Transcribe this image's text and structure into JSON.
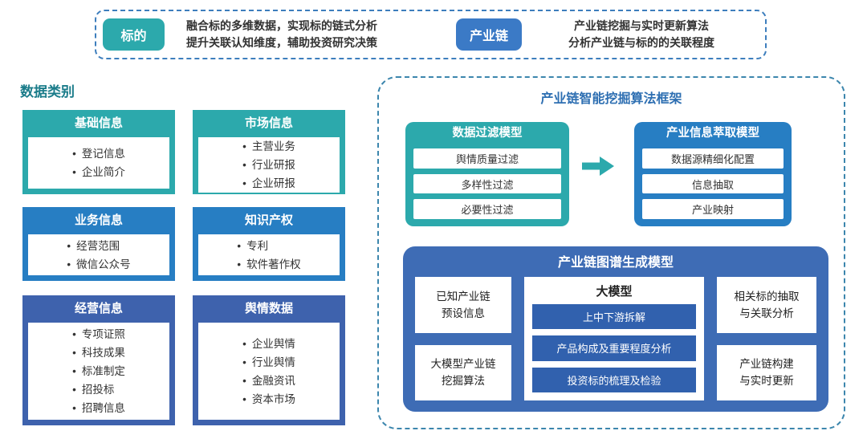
{
  "colors": {
    "teal": "#2ca9ac",
    "blue": "#277ec3",
    "indigo": "#3e62ad",
    "graph_blue": "#3e6cb5",
    "subrow_blue": "#3161ae",
    "chain_button_blue": "#3b7ac6",
    "banner_border": "#3d7ebd",
    "panel_border": "#3c86ad",
    "left_title_color": "#1b7c8a",
    "panel_title_color": "#2e6fb2"
  },
  "banner": {
    "target": {
      "tag": "标的",
      "line1": "融合标的多维数据，实现标的链式分析",
      "line2": "提升关联认知维度，辅助投资研究决策"
    },
    "chain": {
      "tag": "产业链",
      "line1": "产业链挖掘与实时更新算法",
      "line2": "分析产业链与标的的关联程度"
    }
  },
  "data_categories": {
    "title": "数据类别",
    "boxes": [
      {
        "title": "基础信息",
        "items": [
          "登记信息",
          "企业简介"
        ]
      },
      {
        "title": "市场信息",
        "items": [
          "主营业务",
          "行业研报",
          "企业研报"
        ]
      },
      {
        "title": "业务信息",
        "items": [
          "经营范围",
          "微信公众号"
        ]
      },
      {
        "title": "知识产权",
        "items": [
          "专利",
          "软件著作权"
        ]
      },
      {
        "title": "经营信息",
        "items": [
          "专项证照",
          "科技成果",
          "标准制定",
          "招投标",
          "招聘信息"
        ]
      },
      {
        "title": "舆情数据",
        "items": [
          "企业舆情",
          "行业舆情",
          "金融资讯",
          "资本市场"
        ]
      }
    ]
  },
  "framework": {
    "title": "产业链智能挖掘算法框架",
    "filter_model": {
      "title": "数据过滤模型",
      "rows": [
        "舆情质量过滤",
        "多样性过滤",
        "必要性过滤"
      ]
    },
    "extract_model": {
      "title": "产业信息萃取模型",
      "rows": [
        "数据源精细化配置",
        "信息抽取",
        "产业映射"
      ]
    },
    "graph_model": {
      "title": "产业链图谱生成模型",
      "left_boxes": [
        {
          "line1": "已知产业链",
          "line2": "预设信息"
        },
        {
          "line1": "大模型产业链",
          "line2": "挖掘算法"
        }
      ],
      "center": {
        "title": "大模型",
        "rows": [
          "上中下游拆解",
          "产品构成及重要程度分析",
          "投资标的梳理及检验"
        ]
      },
      "right_boxes": [
        {
          "line1": "相关标的抽取",
          "line2": "与关联分析"
        },
        {
          "line1": "产业链构建",
          "line2": "与实时更新"
        }
      ]
    }
  }
}
